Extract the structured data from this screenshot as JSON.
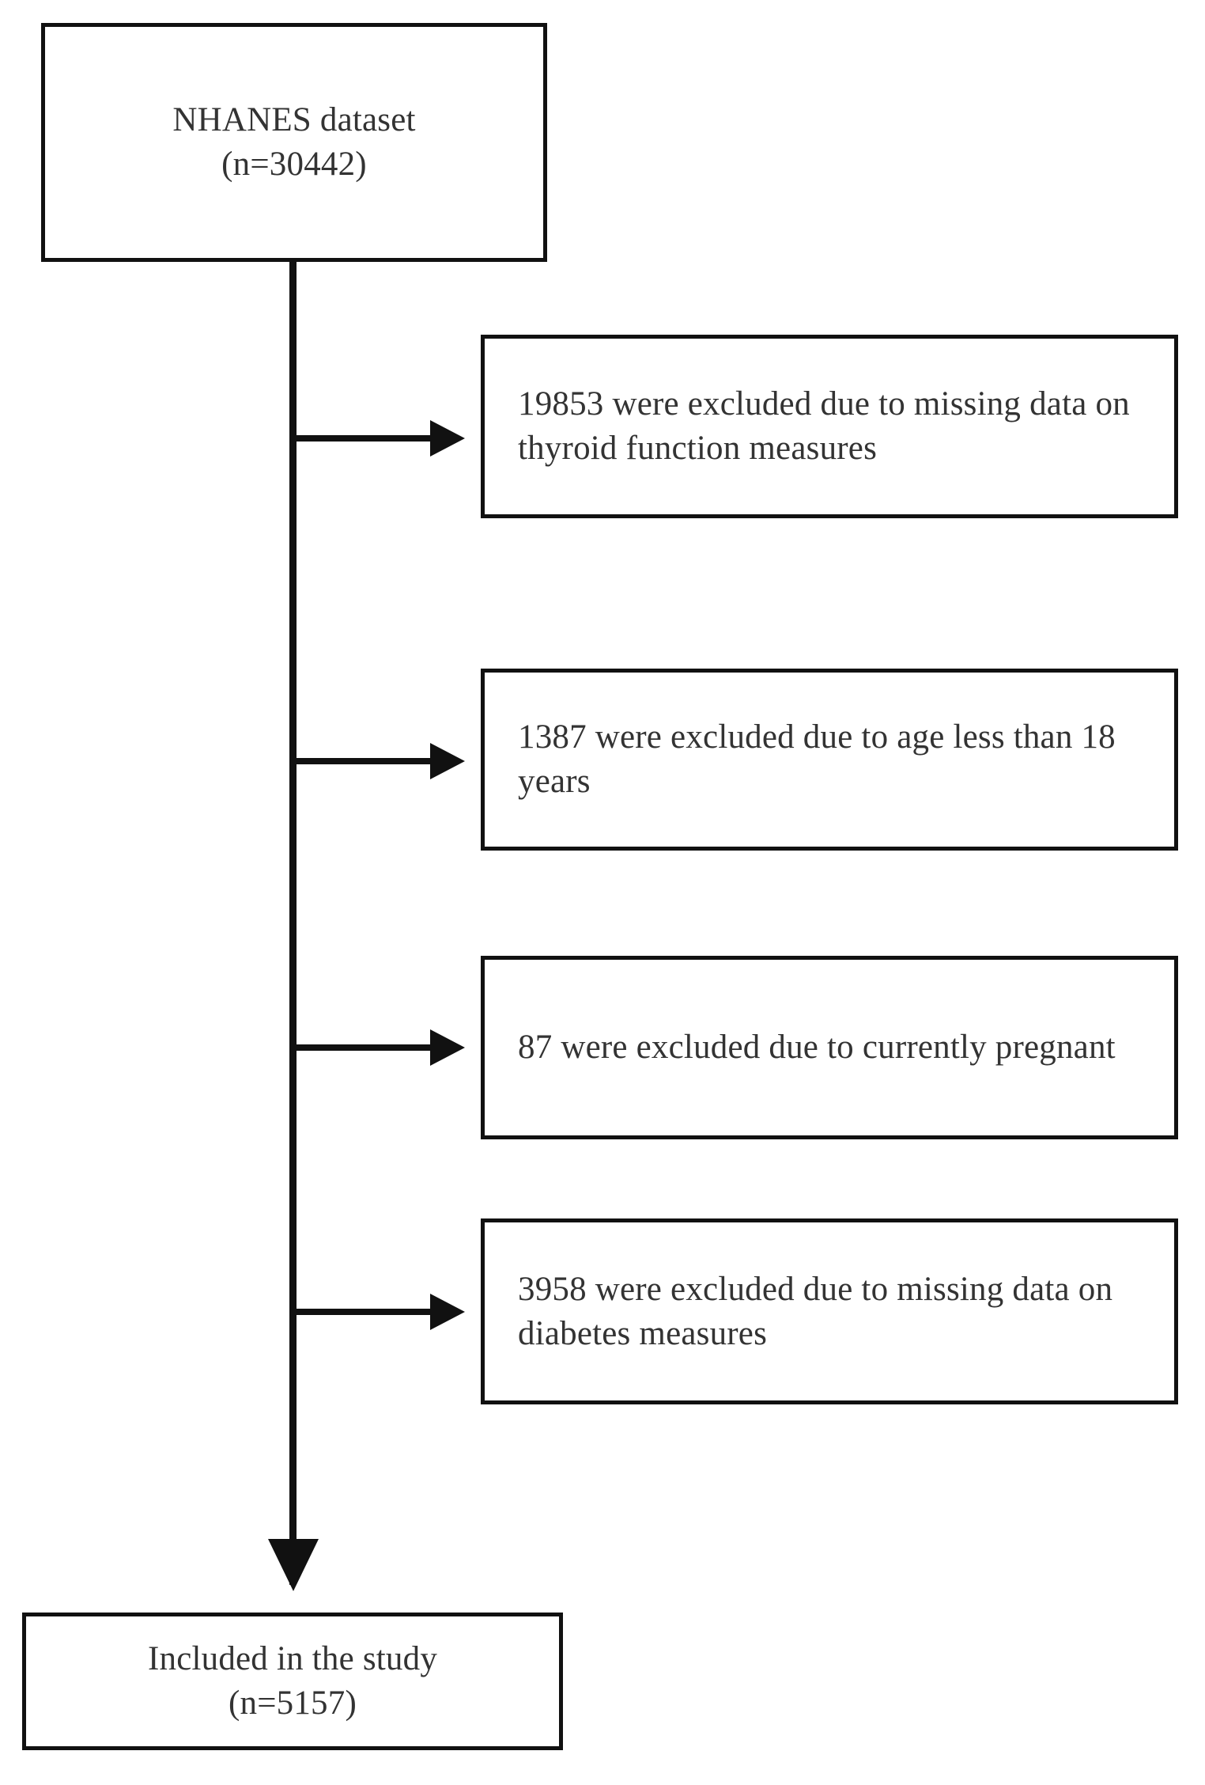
{
  "figure": {
    "type": "participant-flow-diagram",
    "colors": {
      "stroke": "#111111",
      "text": "#333333",
      "background": "#ffffff"
    },
    "source_node": {
      "label": "NHANES dataset\n(n=30442)",
      "title": "NHANES dataset",
      "count_text": "(n=30442)",
      "count": 30442
    },
    "exclusions": [
      {
        "label": "19853 were excluded due to missing data on thyroid function measures",
        "count": 19853,
        "reason": "missing data on thyroid function measures"
      },
      {
        "label": "1387 were excluded due to age less than 18 years",
        "count": 1387,
        "reason": "age less than 18 years"
      },
      {
        "label": "87 were excluded due to currently pregnant",
        "count": 87,
        "reason": "currently pregnant"
      },
      {
        "label": "3958 were excluded due to missing data on diabetes measures",
        "count": 3958,
        "reason": "missing data on diabetes measures"
      }
    ],
    "result_node": {
      "label": "Included in the study\n(n=5157)",
      "title": "Included in the study",
      "count_text": "(n=5157)",
      "count": 5157
    }
  }
}
